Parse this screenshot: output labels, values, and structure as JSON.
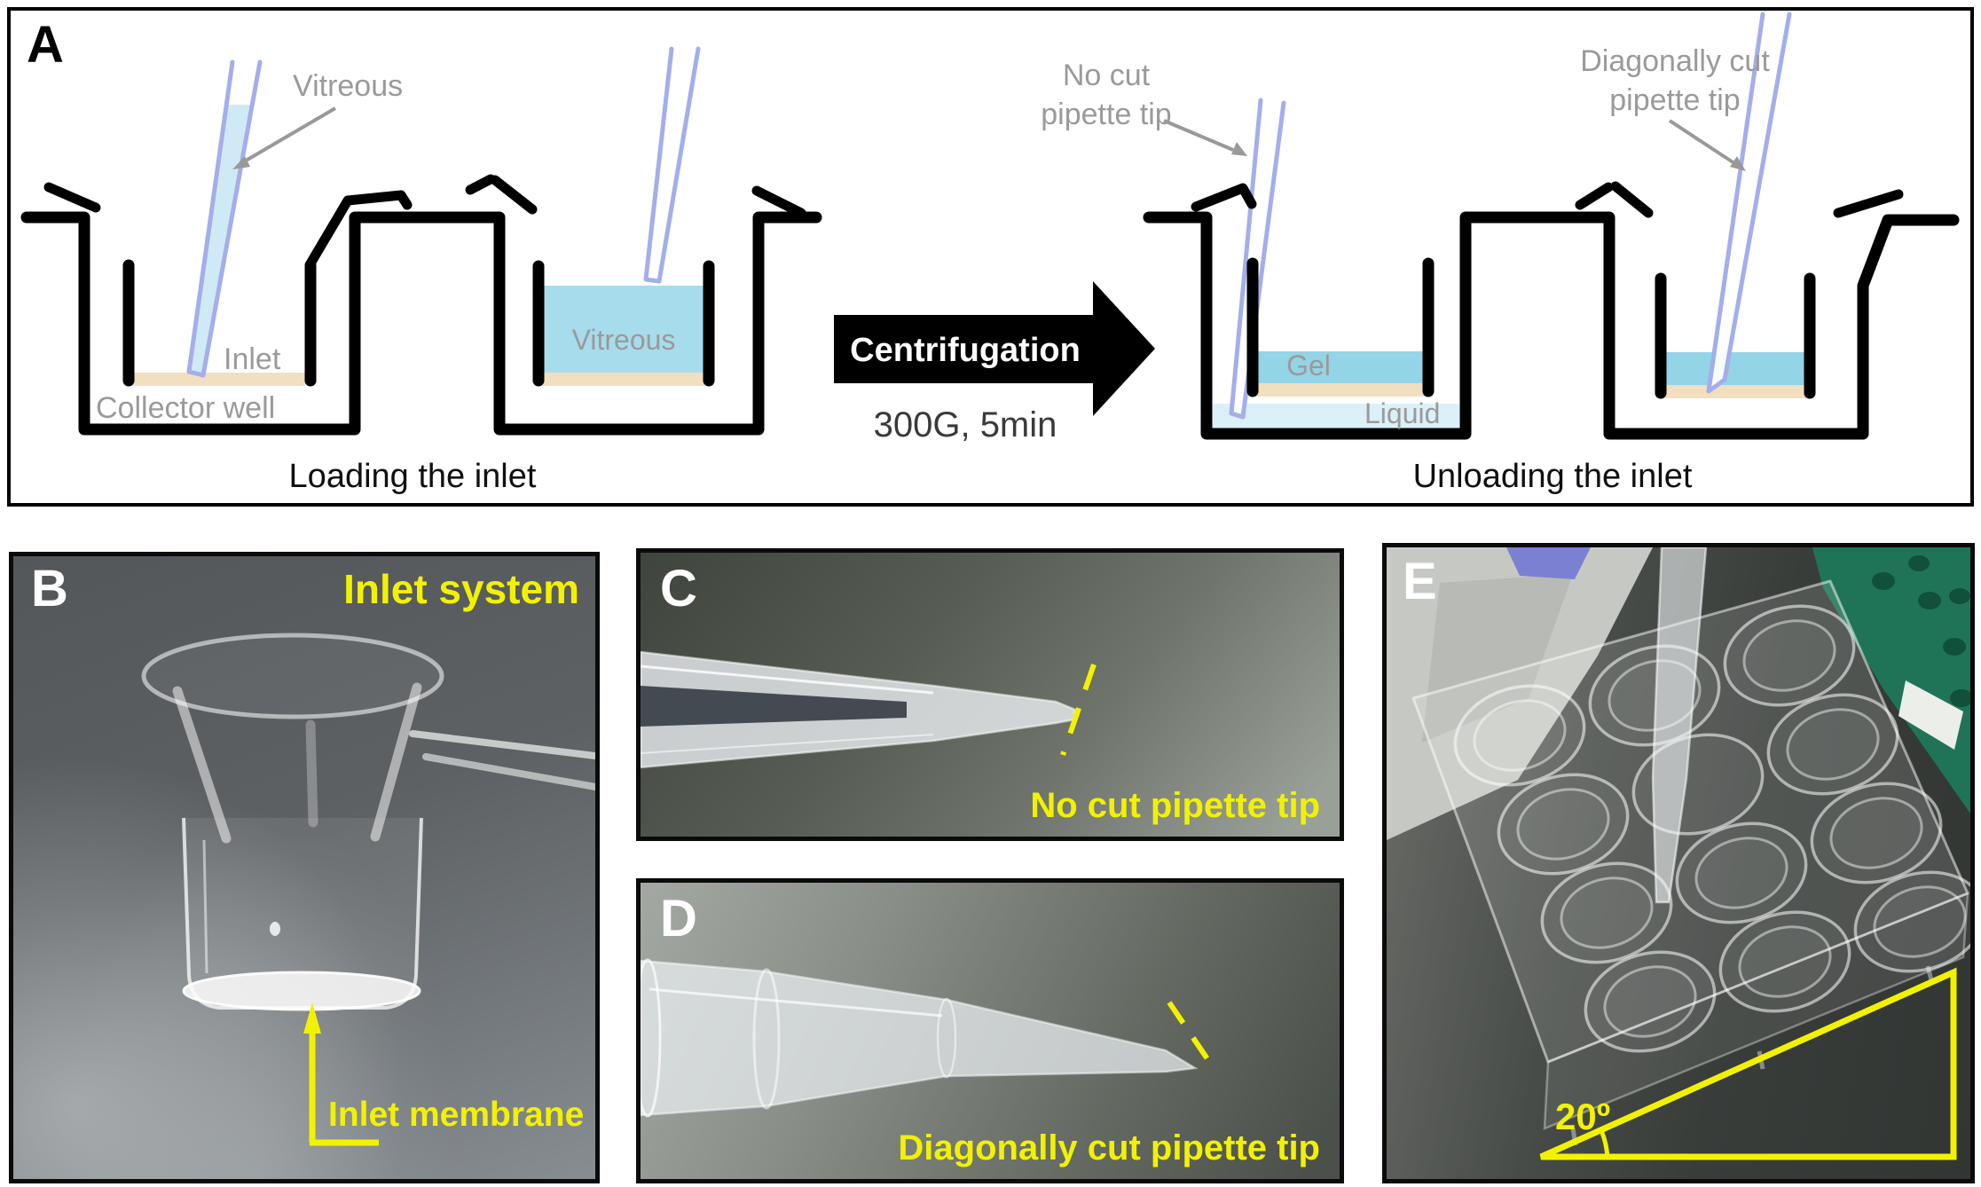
{
  "figure": {
    "panelA": {
      "letter": "A",
      "loading": {
        "pipette_label": "Vitreous",
        "inlet_label": "Inlet",
        "collector_label": "Collector well",
        "well_label": "Vitreous",
        "caption": "Loading the inlet"
      },
      "arrow": {
        "title": "Centrifugation",
        "subtitle": "300G, 5min"
      },
      "unloading": {
        "nocut_line1": "No cut",
        "nocut_line2": "pipette tip",
        "diag_line1": "Diagonally cut",
        "diag_line2": "pipette tip",
        "gel_label": "Gel",
        "liquid_label": "Liquid",
        "caption": "Unloading the inlet"
      }
    },
    "panelB": {
      "letter": "B",
      "title": "Inlet system",
      "annotation": "Inlet membrane"
    },
    "panelC": {
      "letter": "C",
      "caption": "No cut pipette tip"
    },
    "panelD": {
      "letter": "D",
      "caption": "Diagonally cut pipette tip"
    },
    "panelE": {
      "letter": "E",
      "angle_label": "20º"
    },
    "colors": {
      "annotation_yellow": "#f2f200",
      "label_gray": "#9a9a9a",
      "pipette_outline": "#a3aeeb",
      "vitreous_fill": "#cfeaf5",
      "well_vitreous_fill": "#a7dcec",
      "gel_fill": "#93d4e6",
      "liquid_fill": "#dcf0f8",
      "membrane_tan": "#f2dfc0"
    }
  }
}
